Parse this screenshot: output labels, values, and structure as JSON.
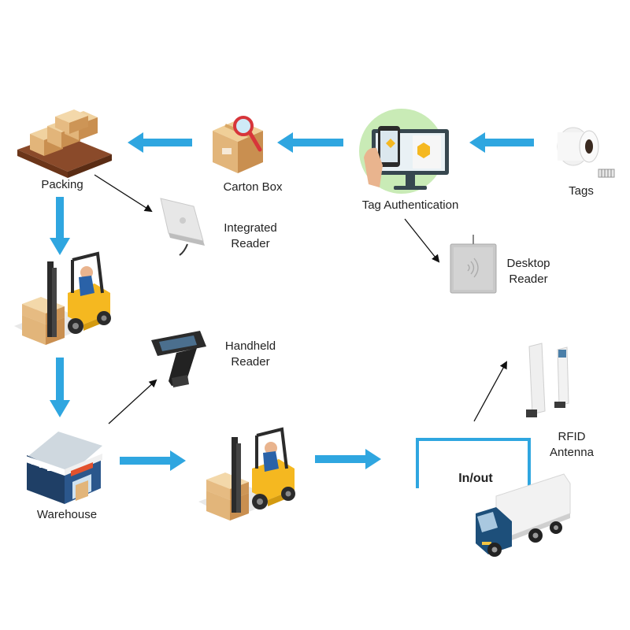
{
  "labels": {
    "packing": "Packing",
    "carton_box": "Carton Box",
    "tag_authentication": "Tag Authentication",
    "tags": "Tags",
    "integrated_reader_1": "Integrated",
    "integrated_reader_2": "Reader",
    "desktop_reader_1": "Desktop",
    "desktop_reader_2": "Reader",
    "handheld_reader_1": "Handheld",
    "handheld_reader_2": "Reader",
    "warehouse": "Warehouse",
    "rfid_antenna_1": "RFID",
    "rfid_antenna_2": "Antenna",
    "in_out": "In/out"
  },
  "colors": {
    "flow_arrow": "#2fa6e0",
    "pointer_arrow": "#111111",
    "gate_frame": "#2fa6e0",
    "forklift_yellow": "#f5b820",
    "warehouse_blue": "#1f3f66",
    "truck_cab": "#1d4f7a",
    "box_tan": "#e2b57a"
  },
  "icons": [
    "pallet-boxes-icon",
    "carton-box-magnifier-icon",
    "tag-authentication-monitor-icon",
    "tag-roll-icon",
    "integrated-reader-icon",
    "desktop-reader-icon",
    "forklift-icon",
    "handheld-reader-icon",
    "warehouse-icon",
    "rfid-antenna-icon",
    "truck-icon"
  ]
}
